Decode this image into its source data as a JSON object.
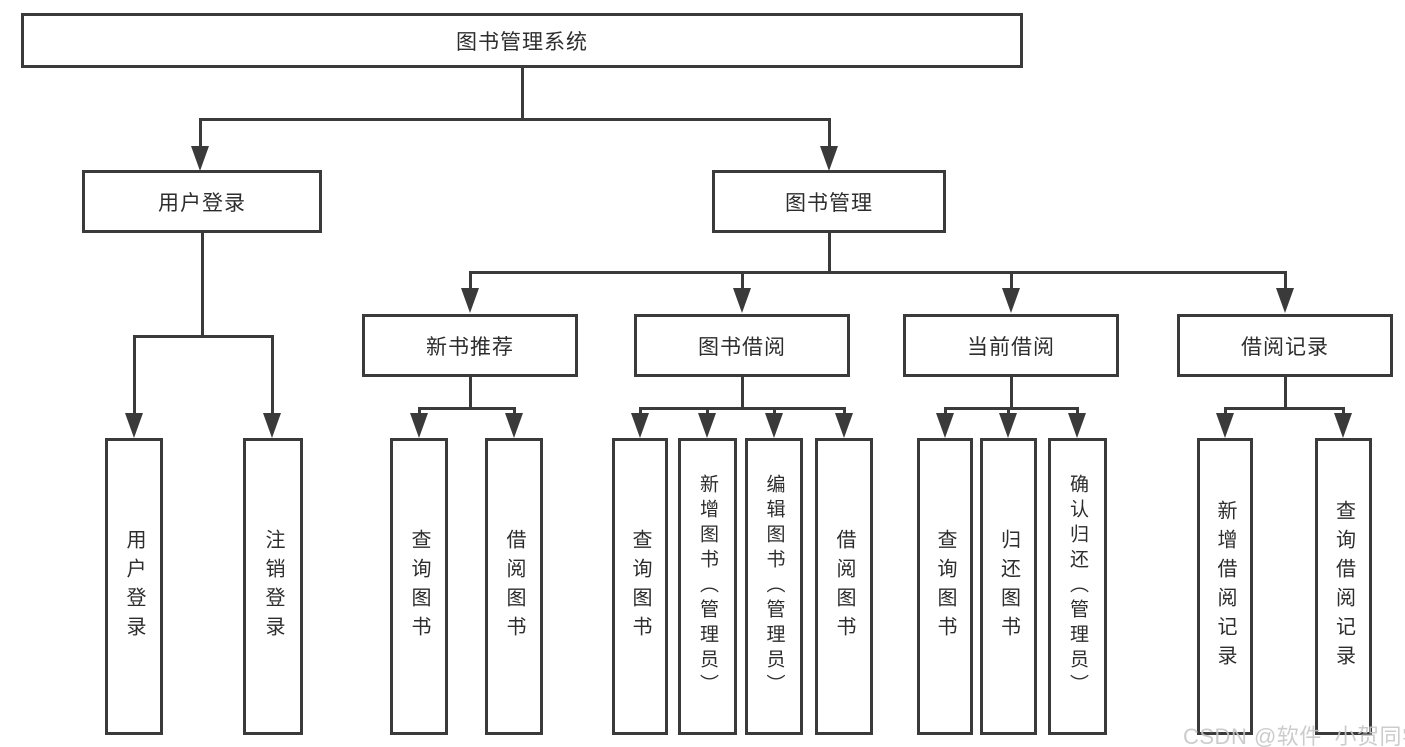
{
  "diagram": {
    "root": {
      "label": "图书管理系统"
    },
    "level2": [
      {
        "label": "用户登录"
      },
      {
        "label": "图书管理"
      }
    ],
    "level3": [
      {
        "label": "新书推荐"
      },
      {
        "label": "图书借阅"
      },
      {
        "label": "当前借阅"
      },
      {
        "label": "借阅记录"
      }
    ],
    "leaves": {
      "user_login": [
        "用户登录",
        "注销登录"
      ],
      "new_book": [
        "查询图书",
        "借阅图书"
      ],
      "book_borrow": [
        "查询图书",
        "新增图书（管理员）",
        "编辑图书（管理员）",
        "借阅图书"
      ],
      "current_borrow": [
        "查询图书",
        "归还图书",
        "确认归还（管理员）"
      ],
      "borrow_record": [
        "新增借阅记录",
        "查询借阅记录"
      ]
    }
  },
  "watermark": {
    "text": "CSDN @软件_小贺同学",
    "color": "#c7c7c7"
  },
  "colors": {
    "line": "#3a3a3a",
    "text": "#2d2d2d",
    "background": "#ffffff"
  }
}
